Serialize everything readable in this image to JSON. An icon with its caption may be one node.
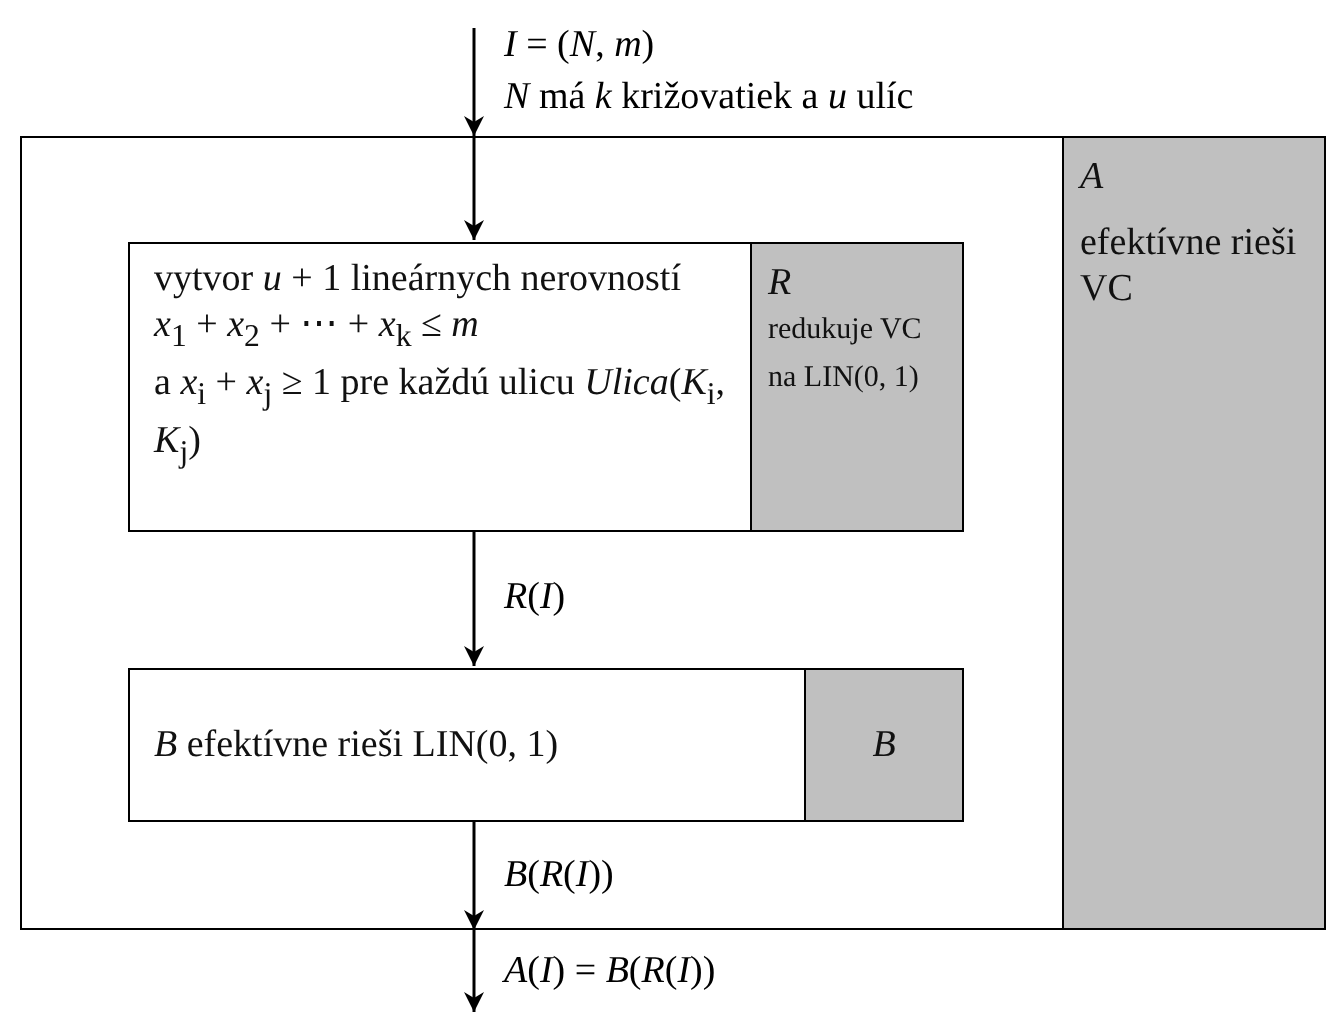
{
  "diagram": {
    "nodes": [
      {
        "text": [
          "*A*",
          "efektívne rieši VC"
        ]
      },
      {
        "text": [
          "vytvor *u* + 1 lineárnych nerovností",
          "*x*$_{1}$ + *x*$_{2}$ + ⋯ + *x*$_{k}$ ≤ *m*",
          "a *x*$_{i}$ + *x*$_{j}$ ≥ 1 pre každú ulicu *Ulica*(*K*$_{i}$, *K*$_{j}$)",
          "*R*",
          "redukuje VC na LIN(0, 1)"
        ],
        "in": 0
      },
      {
        "text": [
          "*B* efektívne rieši LIN(0, 1)",
          "*B*"
        ],
        "in": 0
      }
    ],
    "edges": [
      {
        "from": null,
        "to": 0,
        "arrow": "to",
        "label": "*I* = (*N*, *m*)"
      },
      {
        "from": 0,
        "to": 1,
        "arrow": "to"
      },
      {
        "from": 1,
        "to": 2,
        "arrow": "to",
        "label": "*R*(*I*)"
      },
      {
        "from": 2,
        "to": 0,
        "arrow": "to",
        "label": "*B*(*R*(*I*))"
      },
      {
        "from": 0,
        "to": null,
        "arrow": "to",
        "label": "*A*(*I*) = *B*(*R*(*I*))"
      }
    ],
    "labels": [
      "*N* má *k* križovatiek a *u* ulíc"
    ]
  }
}
